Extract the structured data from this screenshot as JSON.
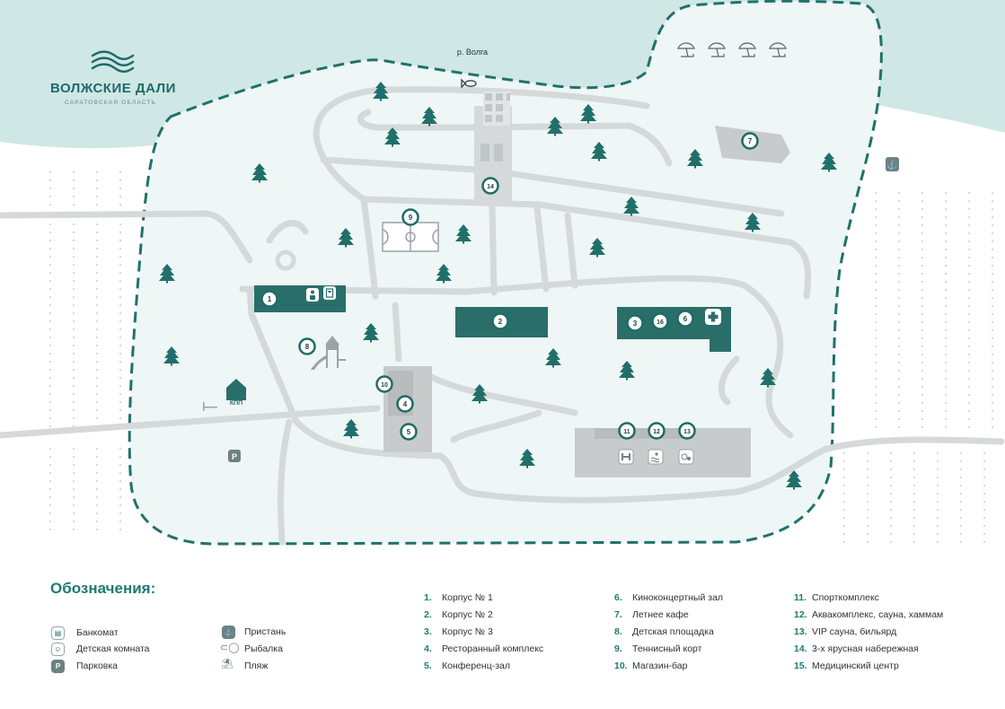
{
  "brand": {
    "title": "ВОЛЖСКИЕ ДАЛИ",
    "subtitle": "САРАТОВСКАЯ ОБЛАСТЬ"
  },
  "map": {
    "river_label": "р. Волга",
    "checkpoint_label": "КПП",
    "parking_glyph": "P",
    "colors": {
      "water": "#cfe7e5",
      "territory": "#eef6f6",
      "road": "#d5d9da",
      "building": "#2a6e6a",
      "building_gray": "#c8cbcc",
      "tree": "#216f6a",
      "border": "#21716b",
      "pin": "#1f6b67"
    }
  },
  "legend": {
    "title": "Обозначения:",
    "symbols": [
      {
        "icon": "atm-icon",
        "label": "Банкомат"
      },
      {
        "icon": "kids-room-icon",
        "label": "Детская комната"
      },
      {
        "icon": "parking-icon",
        "glyph": "P",
        "label": "Парковка"
      },
      {
        "icon": "pier-icon",
        "label": "Пристань"
      },
      {
        "icon": "fishing-icon",
        "label": "Рыбалка"
      },
      {
        "icon": "beach-icon",
        "label": "Пляж"
      }
    ],
    "items": [
      {
        "num": "1.",
        "label": "Корпус № 1"
      },
      {
        "num": "2.",
        "label": "Корпус № 2"
      },
      {
        "num": "3.",
        "label": "Корпус № 3"
      },
      {
        "num": "4.",
        "label": "Ресторанный комплекс"
      },
      {
        "num": "5.",
        "label": "Конференц-зал"
      },
      {
        "num": "6.",
        "label": "Киноконцертный зал"
      },
      {
        "num": "7.",
        "label": "Летнее кафе"
      },
      {
        "num": "8.",
        "label": "Детская площадка"
      },
      {
        "num": "9.",
        "label": "Теннисный корт"
      },
      {
        "num": "10.",
        "label": "Магазин-бар"
      },
      {
        "num": "11.",
        "label": "Спорткомплекс"
      },
      {
        "num": "12.",
        "label": "Аквакомплекс, сауна, хаммам"
      },
      {
        "num": "13.",
        "label": "VIP сауна, бильярд"
      },
      {
        "num": "14.",
        "label": "3-х ярусная набережная"
      },
      {
        "num": "15.",
        "label": "Медицинский центр"
      }
    ]
  },
  "pins": [
    "1",
    "2",
    "3",
    "16",
    "6",
    "7",
    "8",
    "9",
    "10",
    "4",
    "5",
    "11",
    "12",
    "13",
    "14"
  ]
}
